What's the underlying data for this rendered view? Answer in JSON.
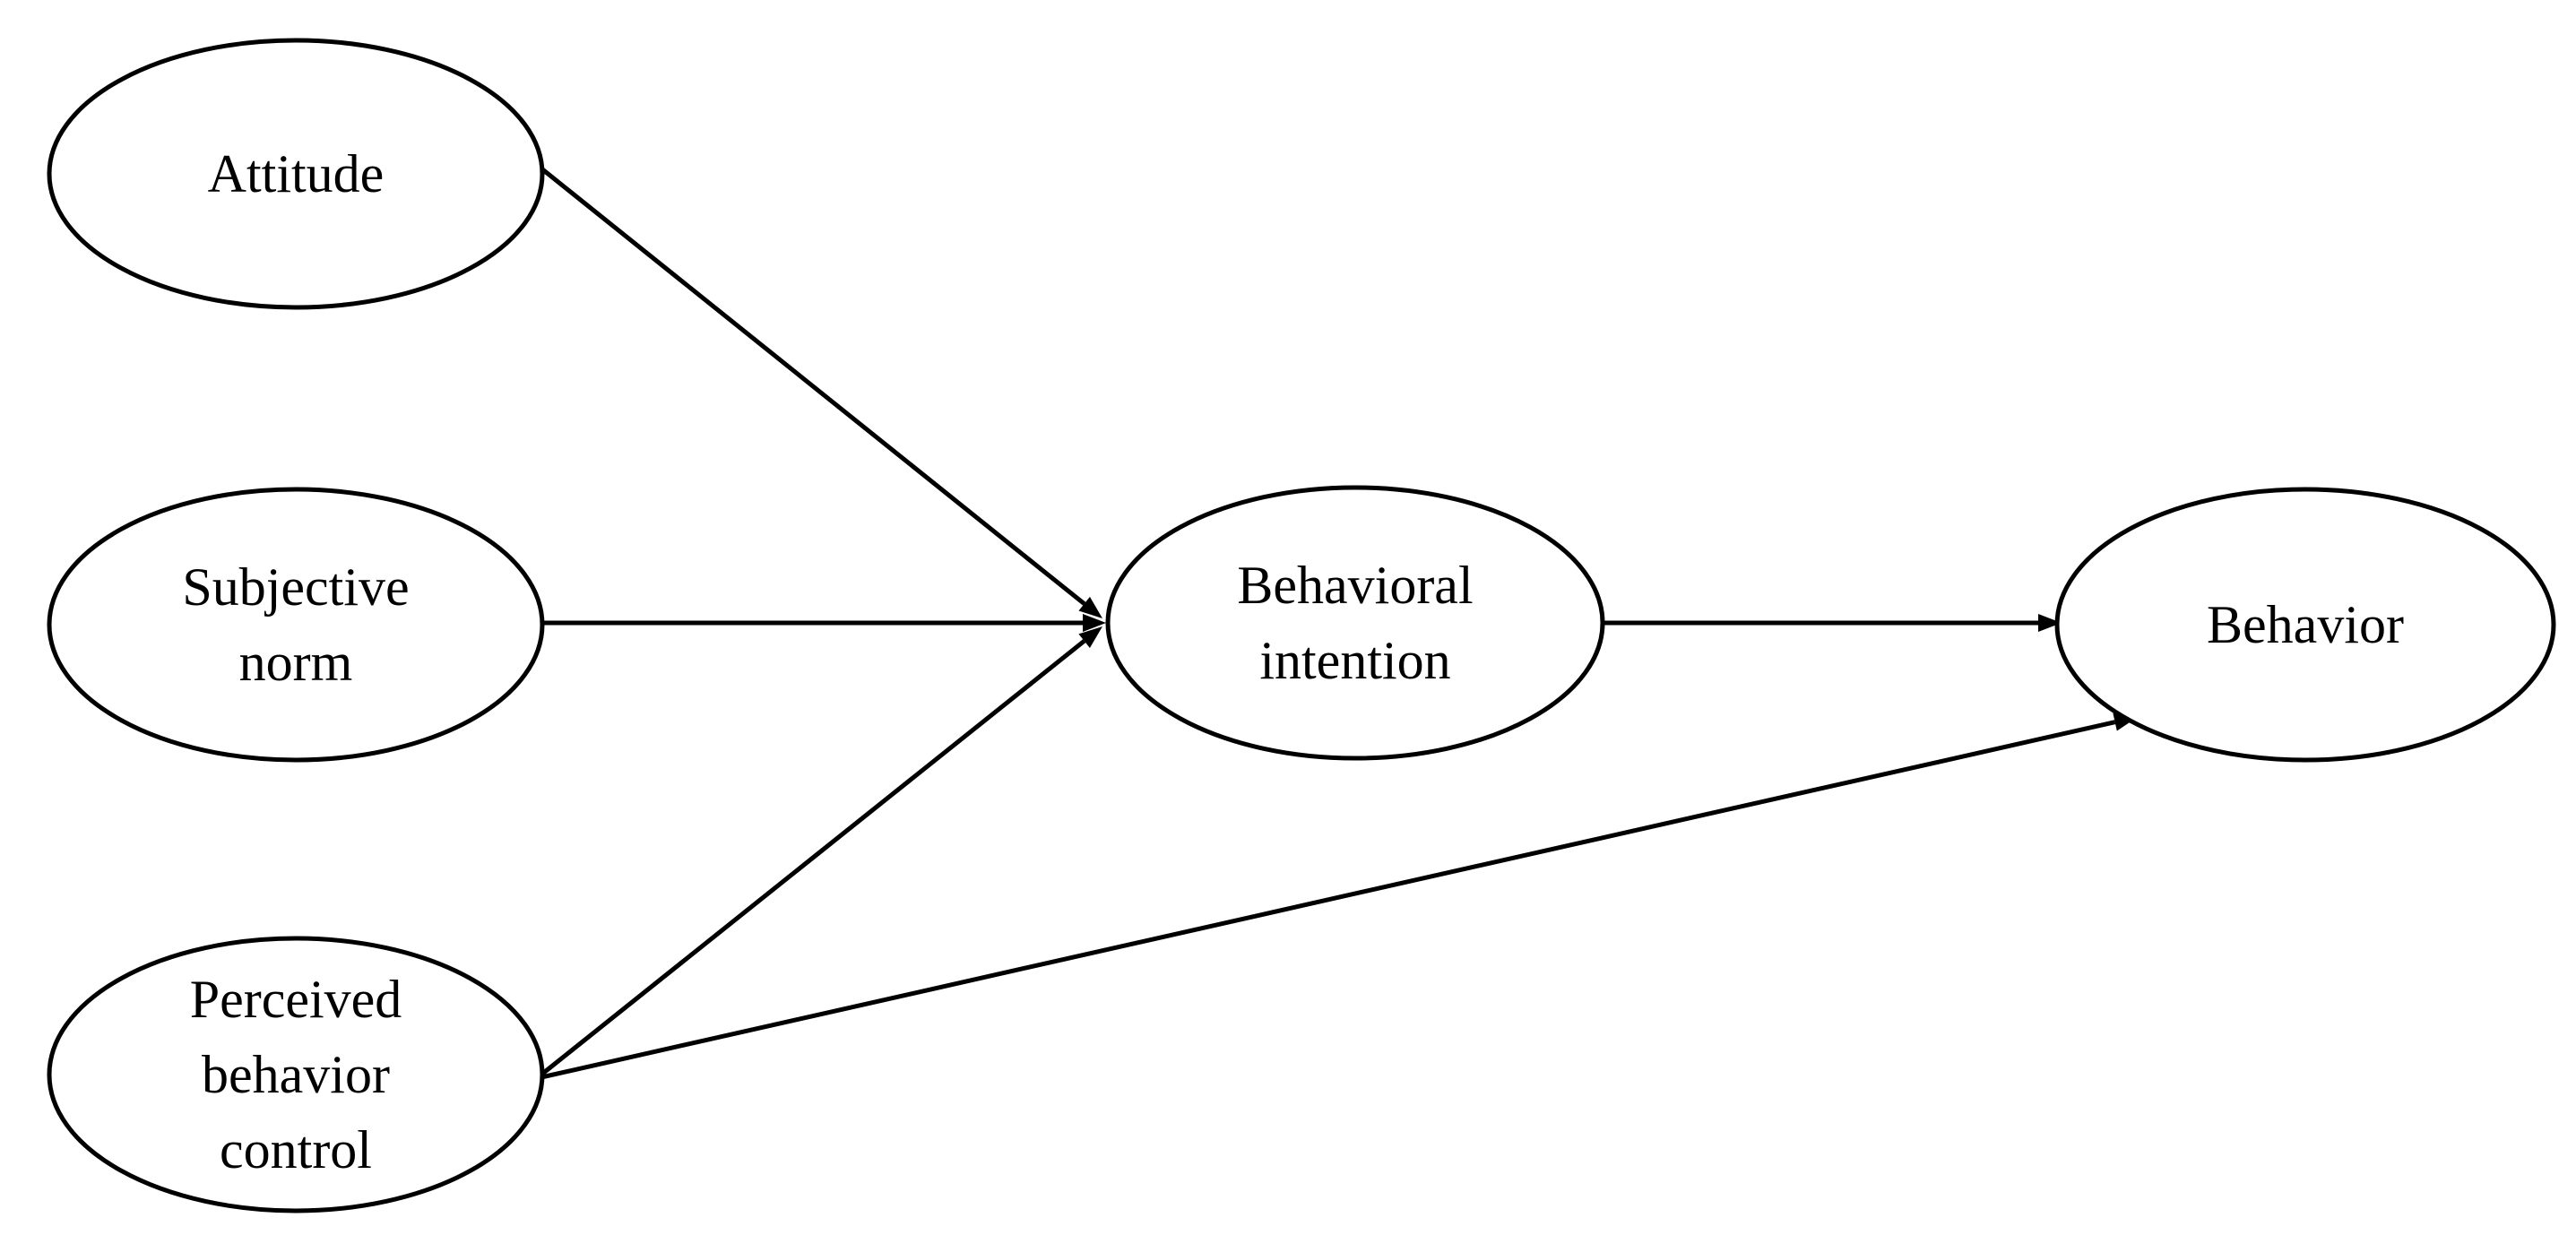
{
  "diagram": {
    "nodes": [
      {
        "id": "attitude",
        "lines": [
          "Attitude"
        ]
      },
      {
        "id": "subjective-norm",
        "lines": [
          "Subjective",
          "norm"
        ]
      },
      {
        "id": "perceived-behavior-control",
        "lines": [
          "Perceived",
          "behavior",
          "control"
        ]
      },
      {
        "id": "behavioral-intention",
        "lines": [
          "Behavioral",
          "intention"
        ]
      },
      {
        "id": "behavior",
        "lines": [
          "Behavior"
        ]
      }
    ],
    "edges": [
      {
        "from": "attitude",
        "to": "behavioral-intention"
      },
      {
        "from": "subjective-norm",
        "to": "behavioral-intention"
      },
      {
        "from": "perceived-behavior-control",
        "to": "behavioral-intention"
      },
      {
        "from": "behavioral-intention",
        "to": "behavior"
      },
      {
        "from": "perceived-behavior-control",
        "to": "behavior"
      }
    ],
    "colors": {
      "stroke": "#000000",
      "fill": "#ffffff",
      "background": "#ffffff"
    }
  }
}
